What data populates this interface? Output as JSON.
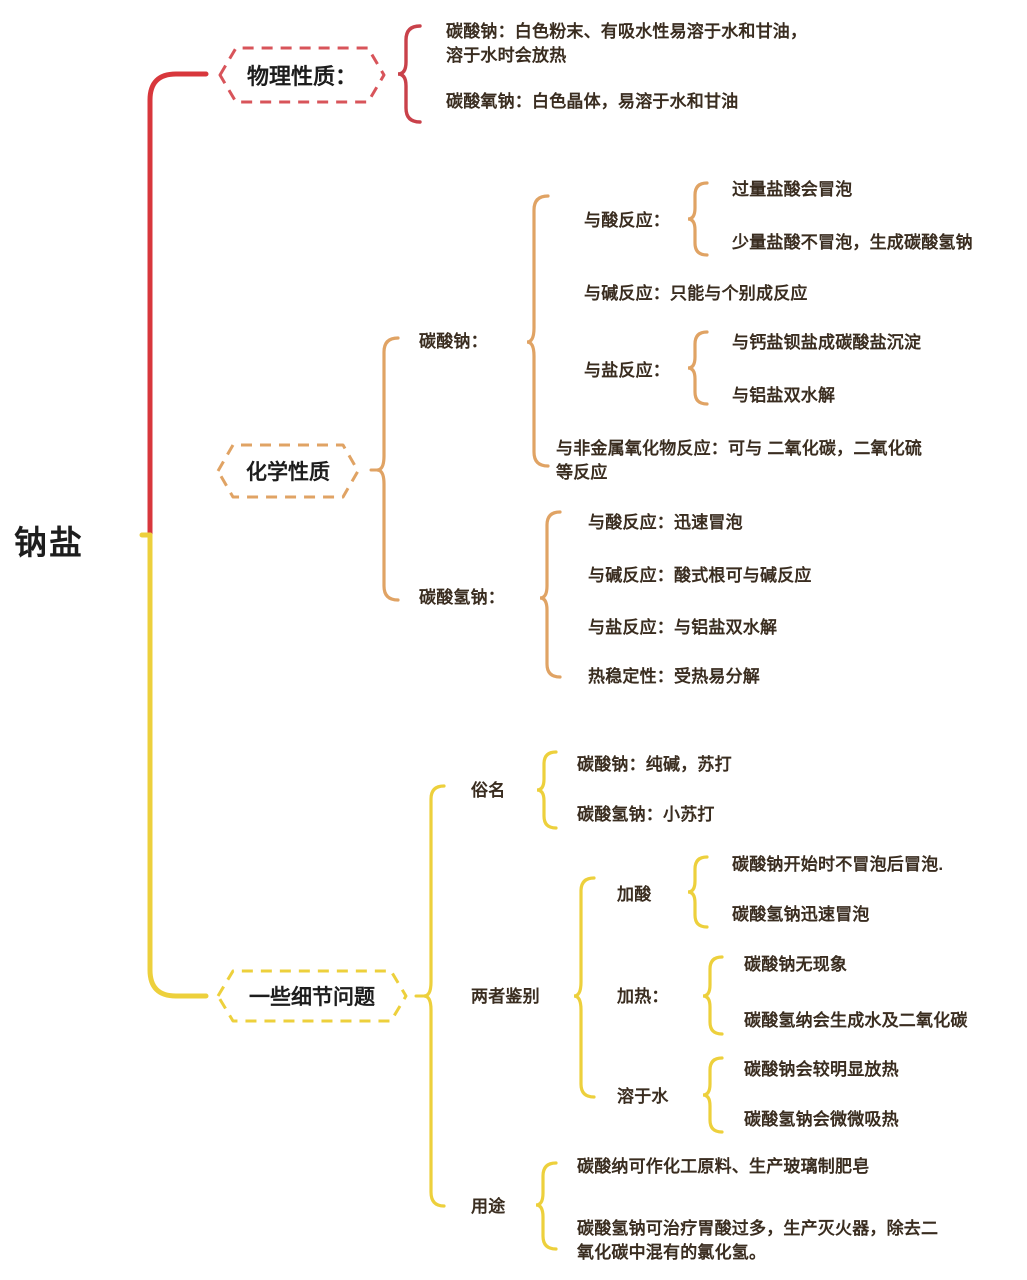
{
  "title": "钠盐 思维导图",
  "root": {
    "label": "钠盐"
  },
  "colors": {
    "red": "#d8373c",
    "orange": "#e0a364",
    "yellow": "#edd03c",
    "text": "#3a2d20",
    "node_text": "#1d1d1d",
    "background": "#ffffff"
  },
  "branches": [
    {
      "id": "physical",
      "label": "物理性质：",
      "color": "#d8373c",
      "items": [
        {
          "lines": [
            "碳酸钠：白色粉末、有吸水性易溶于水和甘油，",
            "溶于水时会放热"
          ]
        },
        {
          "lines": [
            "碳酸氧钠：白色晶体，易溶于水和甘油"
          ]
        }
      ]
    },
    {
      "id": "chemical",
      "label": "化学性质",
      "color": "#e0a364",
      "groups": [
        {
          "label": "碳酸钠：",
          "items": [
            {
              "label": "与酸反应：",
              "children": [
                {
                  "lines": [
                    "过量盐酸会冒泡"
                  ]
                },
                {
                  "lines": [
                    "少量盐酸不冒泡，生成碳酸氢钠"
                  ]
                }
              ]
            },
            {
              "lines": [
                "与碱反应：只能与个别成反应"
              ]
            },
            {
              "label": "与盐反应：",
              "children": [
                {
                  "lines": [
                    "与钙盐钡盐成碳酸盐沉淀"
                  ]
                },
                {
                  "lines": [
                    "与铝盐双水解"
                  ]
                }
              ]
            },
            {
              "lines": [
                "与非金属氧化物反应：可与 二氧化碳，二氧化硫",
                "等反应"
              ]
            }
          ]
        },
        {
          "label": "碳酸氢钠：",
          "items": [
            {
              "lines": [
                "与酸反应：迅速冒泡"
              ]
            },
            {
              "lines": [
                "与碱反应：酸式根可与碱反应"
              ]
            },
            {
              "lines": [
                "与盐反应：与铝盐双水解"
              ]
            },
            {
              "lines": [
                "热稳定性：受热易分解"
              ]
            }
          ]
        }
      ]
    },
    {
      "id": "details",
      "label": "一些细节问题",
      "color": "#edd03c",
      "groups": [
        {
          "label": "俗名",
          "items": [
            {
              "lines": [
                "碳酸钠：纯碱，苏打"
              ]
            },
            {
              "lines": [
                "碳酸氢钠：小苏打"
              ]
            }
          ]
        },
        {
          "label": "两者鉴别",
          "items": [
            {
              "label": "加酸",
              "children": [
                {
                  "lines": [
                    "碳酸钠开始时不冒泡后冒泡."
                  ]
                },
                {
                  "lines": [
                    "碳酸氢钠迅速冒泡"
                  ]
                }
              ]
            },
            {
              "label": "加热：",
              "children": [
                {
                  "lines": [
                    "碳酸钠无现象"
                  ]
                },
                {
                  "lines": [
                    "碳酸氢纳会生成水及二氧化碳"
                  ]
                }
              ]
            },
            {
              "label": "溶于水",
              "children": [
                {
                  "lines": [
                    "碳酸钠会较明显放热"
                  ]
                },
                {
                  "lines": [
                    "碳酸氢钠会微微吸热"
                  ]
                }
              ]
            }
          ]
        },
        {
          "label": "用途",
          "items": [
            {
              "lines": [
                "碳酸纳可作化工原料、生产玻璃制肥皂"
              ]
            },
            {
              "lines": [
                "碳酸氢钠可治疗胃酸过多，生产灭火器，除去二",
                "氧化碳中混有的氯化氢。"
              ]
            }
          ]
        }
      ]
    }
  ]
}
